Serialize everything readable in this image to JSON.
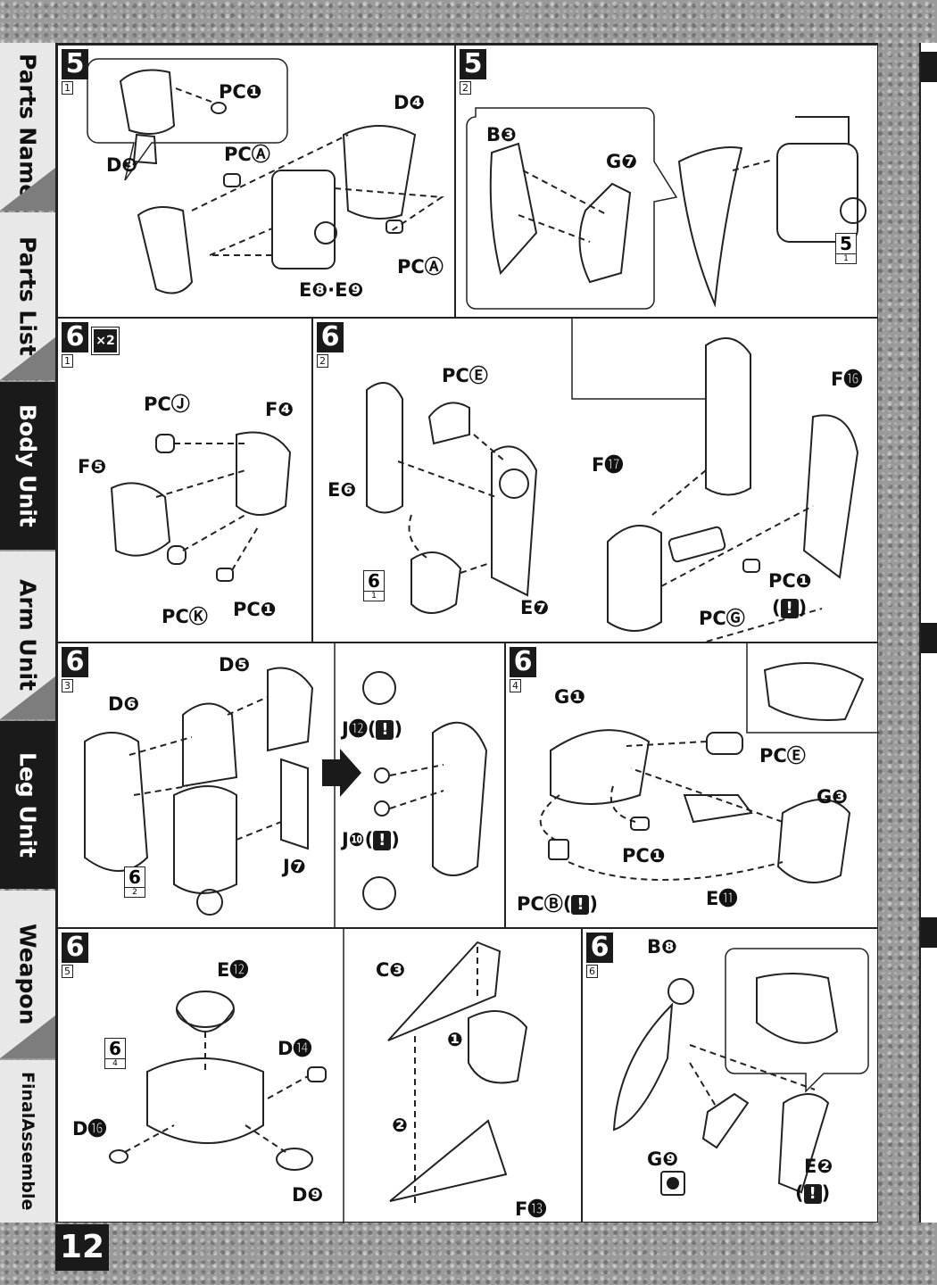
{
  "page": {
    "number": "12"
  },
  "tabs": [
    {
      "label": "Parts Name"
    },
    {
      "label": "Parts List"
    },
    {
      "label": "Body Unit"
    },
    {
      "label": "Arm Unit"
    },
    {
      "label": "Leg Unit"
    },
    {
      "label": "Weapon"
    },
    {
      "label": "FinalAssemble"
    }
  ],
  "steps": {
    "s5_1": {
      "num": "5",
      "sub": "1",
      "labels": [
        "PC❶",
        "PCⒶ",
        "D❸",
        "D❹",
        "PCⒶ",
        "E❽·E❾"
      ]
    },
    "s5_2": {
      "num": "5",
      "sub": "2",
      "labels": [
        "B❸",
        "G❼"
      ],
      "ref": {
        "num": "5",
        "sub": "1"
      }
    },
    "s6_1": {
      "num": "6",
      "sub": "1",
      "qty": "×2",
      "labels": [
        "PCⒿ",
        "F❹",
        "F❺",
        "PCⓀ",
        "PC❶"
      ]
    },
    "s6_2": {
      "num": "6",
      "sub": "2",
      "labels": [
        "PCⒺ",
        "E❻",
        "E❼",
        "F⓰",
        "F⓱",
        "PCⒼ",
        "PC❶"
      ],
      "caution": "!",
      "ref": {
        "num": "6",
        "sub": "1"
      }
    },
    "s6_3": {
      "num": "6",
      "sub": "3",
      "labels": [
        "D❺",
        "D❻",
        "J❼",
        "J⓬",
        "J❿"
      ],
      "caution": "!",
      "ref": {
        "num": "6",
        "sub": "2"
      }
    },
    "s6_4": {
      "num": "6",
      "sub": "4",
      "labels": [
        "G❶",
        "PCⒺ",
        "G❸",
        "PC❶",
        "E⓫",
        "PCⒷ"
      ],
      "caution": "!"
    },
    "s6_5": {
      "num": "6",
      "sub": "5",
      "labels": [
        "E⓬",
        "D⓮",
        "D⓰",
        "D❾",
        "C❸",
        "❶",
        "❷",
        "F⓭"
      ],
      "ref": {
        "num": "6",
        "sub": "4"
      }
    },
    "s6_6": {
      "num": "6",
      "sub": "6",
      "labels": [
        "B❽",
        "G❾",
        "E❷"
      ],
      "caution": "!"
    }
  }
}
